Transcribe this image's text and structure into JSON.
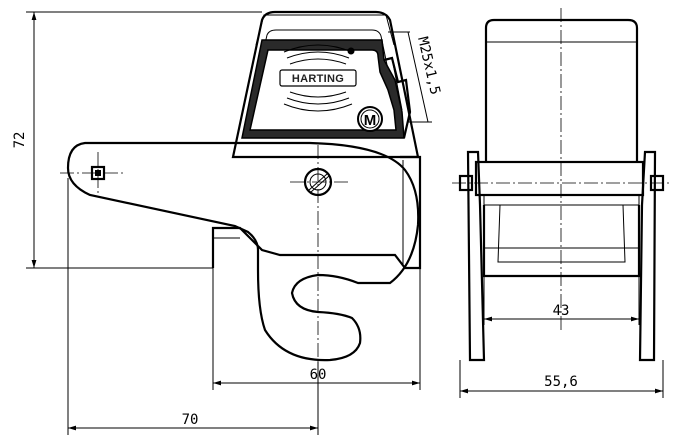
{
  "drawing": {
    "brand_logo_text": "HARTING",
    "logo_badge_letter": "M",
    "dimensions": {
      "height_left": "72",
      "thread_size": "M25x1,5",
      "width_60": "60",
      "width_70": "70",
      "width_43": "43",
      "width_55_6": "55,6"
    }
  }
}
